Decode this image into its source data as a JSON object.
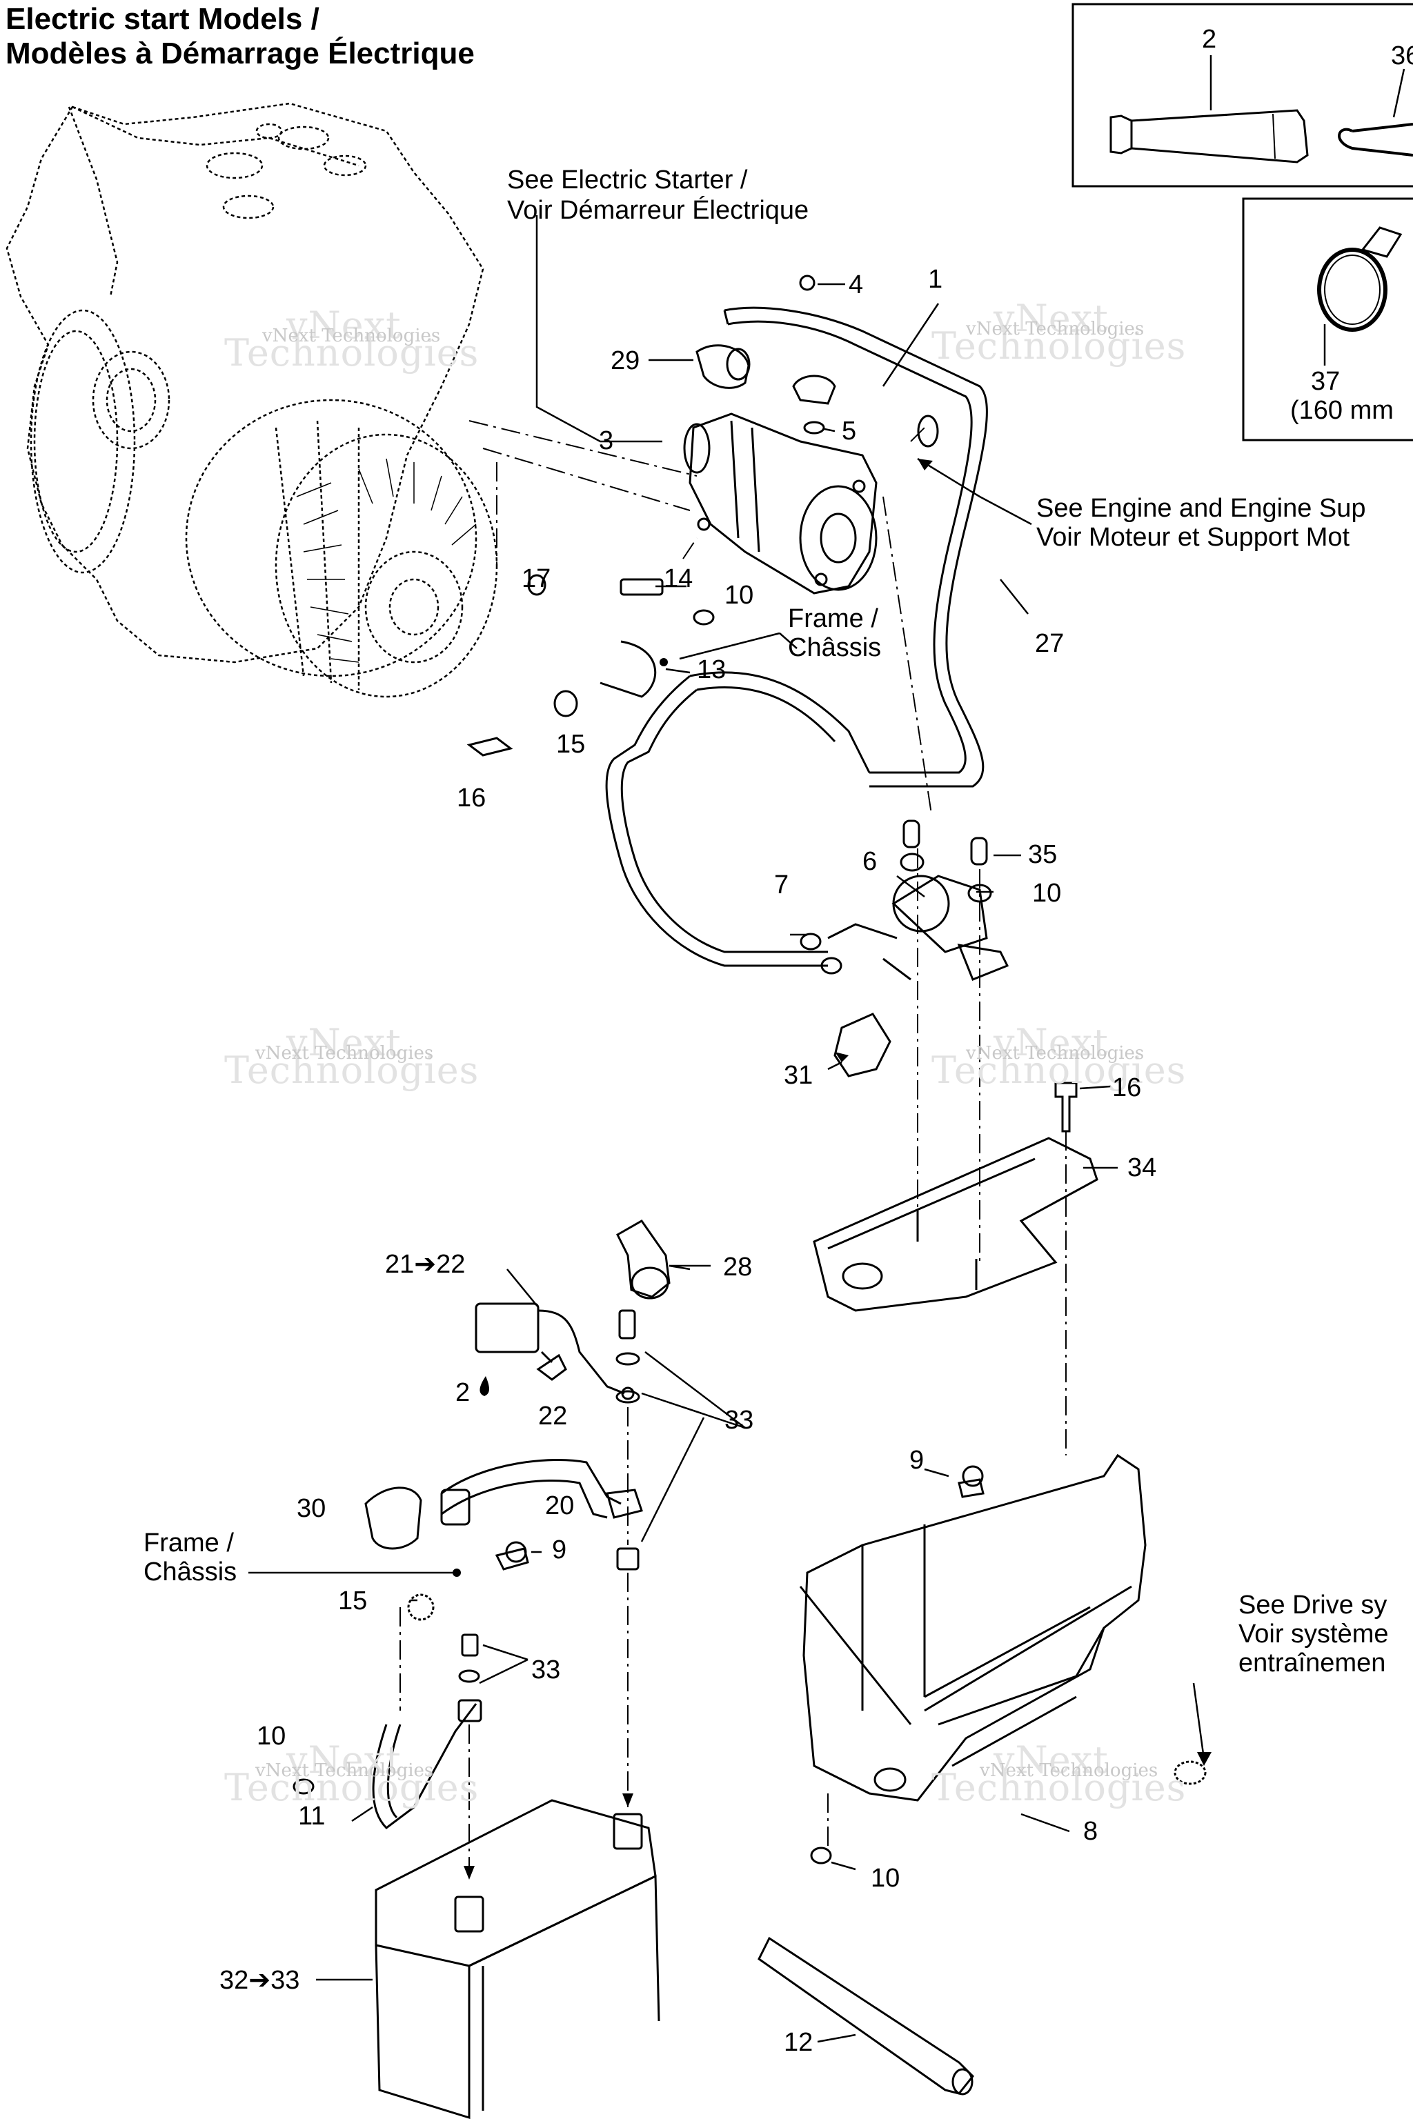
{
  "title": {
    "line1": "Electric start Models /",
    "line2": "Modèles à Démarrage Électrique"
  },
  "notes": {
    "starter_line1": "See Electric Starter /",
    "starter_line2": "Voir Démarreur Électrique",
    "engine_line1": "See Engine and Engine Sup",
    "engine_line2": "Voir Moteur et Support Mot",
    "frame_a_line1": "Frame /",
    "frame_a_line2": "Châssis",
    "frame_b_line1": "Frame /",
    "frame_b_line2": "Châssis",
    "drive_line1": "See Drive sy",
    "drive_line2": "Voir système",
    "drive_line3": "entraînemen",
    "size_37": "(160 mm"
  },
  "watermark": {
    "company": "vNext Technologies",
    "big": "Technologies",
    "small": "vNext"
  },
  "parts": [
    {
      "id": "p2",
      "label": "2"
    },
    {
      "id": "p36",
      "label": "36"
    },
    {
      "id": "p37",
      "label": "37"
    },
    {
      "id": "p1",
      "label": "1"
    },
    {
      "id": "p4",
      "label": "4"
    },
    {
      "id": "p29",
      "label": "29"
    },
    {
      "id": "p3",
      "label": "3"
    },
    {
      "id": "p5",
      "label": "5"
    },
    {
      "id": "p17",
      "label": "17"
    },
    {
      "id": "p14",
      "label": "14"
    },
    {
      "id": "p10a",
      "label": "10"
    },
    {
      "id": "p13",
      "label": "13"
    },
    {
      "id": "p27",
      "label": "27"
    },
    {
      "id": "p15a",
      "label": "15"
    },
    {
      "id": "p16a",
      "label": "16"
    },
    {
      "id": "p35",
      "label": "35"
    },
    {
      "id": "p6",
      "label": "6"
    },
    {
      "id": "p10b",
      "label": "10"
    },
    {
      "id": "p7",
      "label": "7"
    },
    {
      "id": "p31",
      "label": "31"
    },
    {
      "id": "p16b",
      "label": "16"
    },
    {
      "id": "p34",
      "label": "34"
    },
    {
      "id": "p2122",
      "label": "21➔22"
    },
    {
      "id": "p28",
      "label": "28"
    },
    {
      "id": "p2b",
      "label": "2"
    },
    {
      "id": "p22",
      "label": "22"
    },
    {
      "id": "p33a",
      "label": "33"
    },
    {
      "id": "p9a",
      "label": "9"
    },
    {
      "id": "p30",
      "label": "30"
    },
    {
      "id": "p20",
      "label": "20"
    },
    {
      "id": "p9b",
      "label": "9"
    },
    {
      "id": "p15b",
      "label": "15"
    },
    {
      "id": "p33b",
      "label": "33"
    },
    {
      "id": "p10c",
      "label": "10"
    },
    {
      "id": "p11",
      "label": "11"
    },
    {
      "id": "p8",
      "label": "8"
    },
    {
      "id": "p10d",
      "label": "10"
    },
    {
      "id": "p3233",
      "label": "32➔33"
    },
    {
      "id": "p12",
      "label": "12"
    }
  ]
}
